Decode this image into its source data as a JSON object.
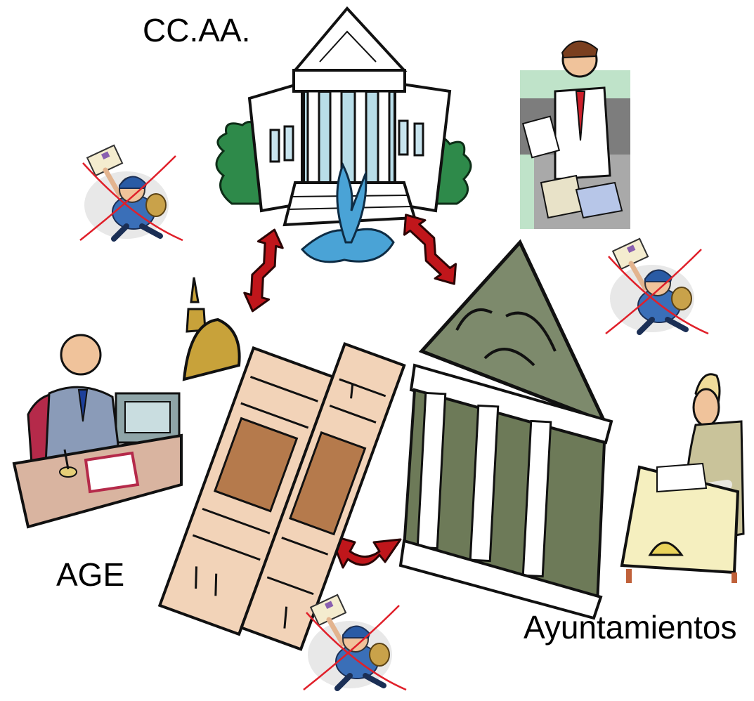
{
  "labels": {
    "ccaa": "CC.AA.",
    "age": "AGE",
    "ayuntamientos": "Ayuntamientos"
  },
  "icons": {
    "ccaa_building": "government-palace-icon",
    "age_building": "capitol-dome-icon",
    "ayuntamientos_building": "town-hall-temple-icon",
    "clerk_ccaa": "clerk-with-papers-icon",
    "clerk_age": "official-at-desk-icon",
    "clerk_ayuntamientos": "clerk-with-bell-icon",
    "postman": "crossed-out-postman-icon",
    "arrows": "double-headed-arrow-icon"
  },
  "colors": {
    "arrow_red": "#c0161b",
    "cross_red": "#e0202a",
    "tree_green": "#2e8a4a",
    "fountain_blue": "#4aa3d6",
    "dome_gold": "#c8a23a",
    "capitol_tan": "#f2d3b8",
    "townhall_gray": "#7d8a6c"
  }
}
